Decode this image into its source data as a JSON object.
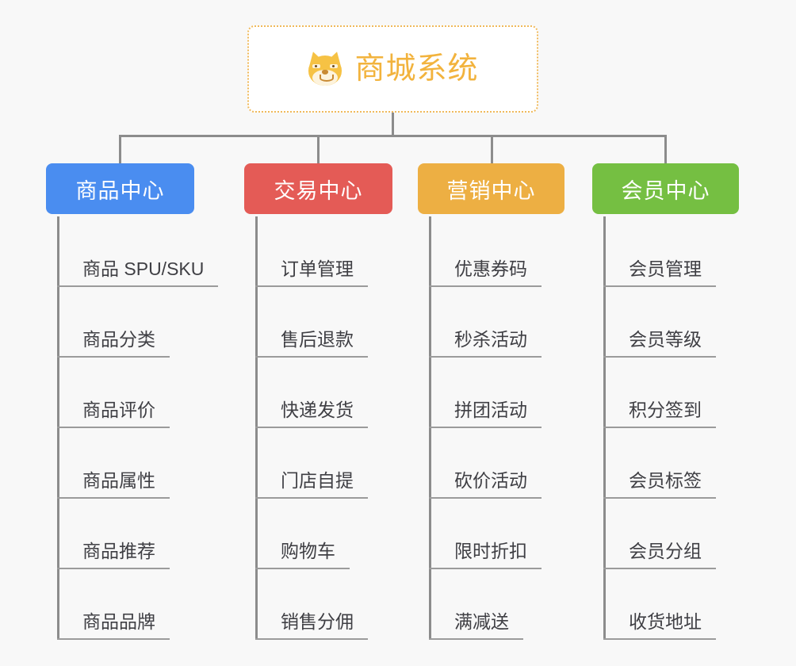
{
  "diagram": {
    "type": "org-tree",
    "background_color": "#f8f8f8",
    "connector_color": "#8c8c8c",
    "root": {
      "title": "商城系统",
      "icon": "shiba-dog-face-emoji",
      "text_color": "#f2b33d",
      "border_color": "#f0b95a",
      "background_color": "#ffffff"
    },
    "branches": [
      {
        "label": "商品中心",
        "color": "#4a8df0",
        "children": [
          "商品 SPU/SKU",
          "商品分类",
          "商品评价",
          "商品属性",
          "商品推荐",
          "商品品牌"
        ]
      },
      {
        "label": "交易中心",
        "color": "#e45b56",
        "children": [
          "订单管理",
          "售后退款",
          "快递发货",
          "门店自提",
          "购物车",
          "销售分佣"
        ]
      },
      {
        "label": "营销中心",
        "color": "#edaf43",
        "children": [
          "优惠券码",
          "秒杀活动",
          "拼团活动",
          "砍价活动",
          "限时折扣",
          "满减送"
        ]
      },
      {
        "label": "会员中心",
        "color": "#75bf42",
        "children": [
          "会员管理",
          "会员等级",
          "积分签到",
          "会员标签",
          "会员分组",
          "收货地址"
        ]
      }
    ]
  }
}
